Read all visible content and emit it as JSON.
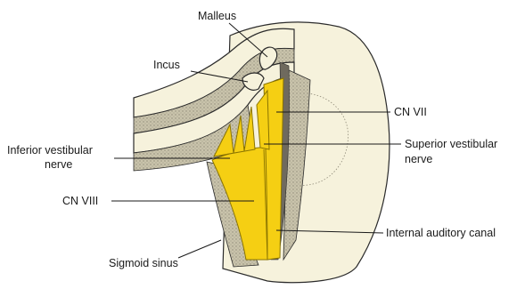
{
  "labels": {
    "malleus": "Malleus",
    "incus": "Incus",
    "inferior_vestibular_line1": "Inferior vestibular",
    "inferior_vestibular_line2": "nerve",
    "cn_viii": "CN VIII",
    "sigmoid_sinus": "Sigmoid sinus",
    "cn_vii": "CN VII",
    "superior_vestibular_line1": "Superior vestibular",
    "superior_vestibular_line2": "nerve",
    "internal_auditory_canal": "Internal auditory canal"
  },
  "colors": {
    "bone": "#f6f2dc",
    "stipple": "#b8b29c",
    "canal_wall": "#6f6a5e",
    "nerve": "#f5cf13",
    "nerve_outline": "#8a7400",
    "outline": "#2b2b2b"
  }
}
